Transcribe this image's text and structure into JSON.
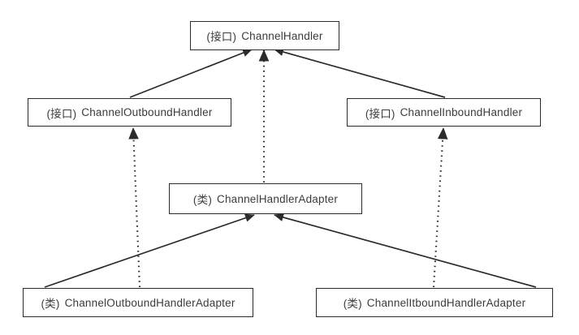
{
  "diagram": {
    "title": "ChannelHandler class hierarchy",
    "background_color": "#ffffff",
    "box_border_color": "#2b2b2b",
    "text_color": "#3b3b3b",
    "edge_color": "#2b2b2b",
    "stereotype_interface": "(接口)",
    "stereotype_class": "(类)"
  },
  "nodes": {
    "channel_handler": {
      "stereotype": "(接口)",
      "name": "ChannelHandler",
      "kind": "interface"
    },
    "channel_outbound_handler": {
      "stereotype": "(接口)",
      "name": "ChannelOutboundHandler",
      "kind": "interface"
    },
    "channel_inbound_handler": {
      "stereotype": "(接口)",
      "name": "ChannelInboundHandler",
      "kind": "interface"
    },
    "channel_handler_adapter": {
      "stereotype": "(类)",
      "name": "ChannelHandlerAdapter",
      "kind": "class"
    },
    "channel_outbound_handler_adapter": {
      "stereotype": "(类)",
      "name": "ChannelOutboundHandlerAdapter",
      "kind": "class"
    },
    "channel_inbound_handler_adapter": {
      "stereotype": "(类)",
      "name": "ChannelItboundHandlerAdapter",
      "kind": "class"
    }
  },
  "edges": [
    {
      "id": "outbound-to-handler",
      "from": "channel_outbound_handler",
      "to": "channel_handler",
      "style": "solid",
      "arrow": "filled-triangle"
    },
    {
      "id": "inbound-to-handler",
      "from": "channel_inbound_handler",
      "to": "channel_handler",
      "style": "solid",
      "arrow": "filled-triangle"
    },
    {
      "id": "adapter-to-handler",
      "from": "channel_handler_adapter",
      "to": "channel_handler",
      "style": "dotted",
      "arrow": "filled-triangle"
    },
    {
      "id": "outbound-adapter-to-outbound",
      "from": "channel_outbound_handler_adapter",
      "to": "channel_outbound_handler",
      "style": "dotted",
      "arrow": "filled-triangle"
    },
    {
      "id": "inbound-adapter-to-inbound",
      "from": "channel_inbound_handler_adapter",
      "to": "channel_inbound_handler",
      "style": "dotted",
      "arrow": "filled-triangle"
    },
    {
      "id": "outbound-adapter-to-adapter",
      "from": "channel_outbound_handler_adapter",
      "to": "channel_handler_adapter",
      "style": "solid",
      "arrow": "filled-triangle"
    },
    {
      "id": "inbound-adapter-to-adapter",
      "from": "channel_inbound_handler_adapter",
      "to": "channel_handler_adapter",
      "style": "solid",
      "arrow": "filled-triangle"
    }
  ]
}
